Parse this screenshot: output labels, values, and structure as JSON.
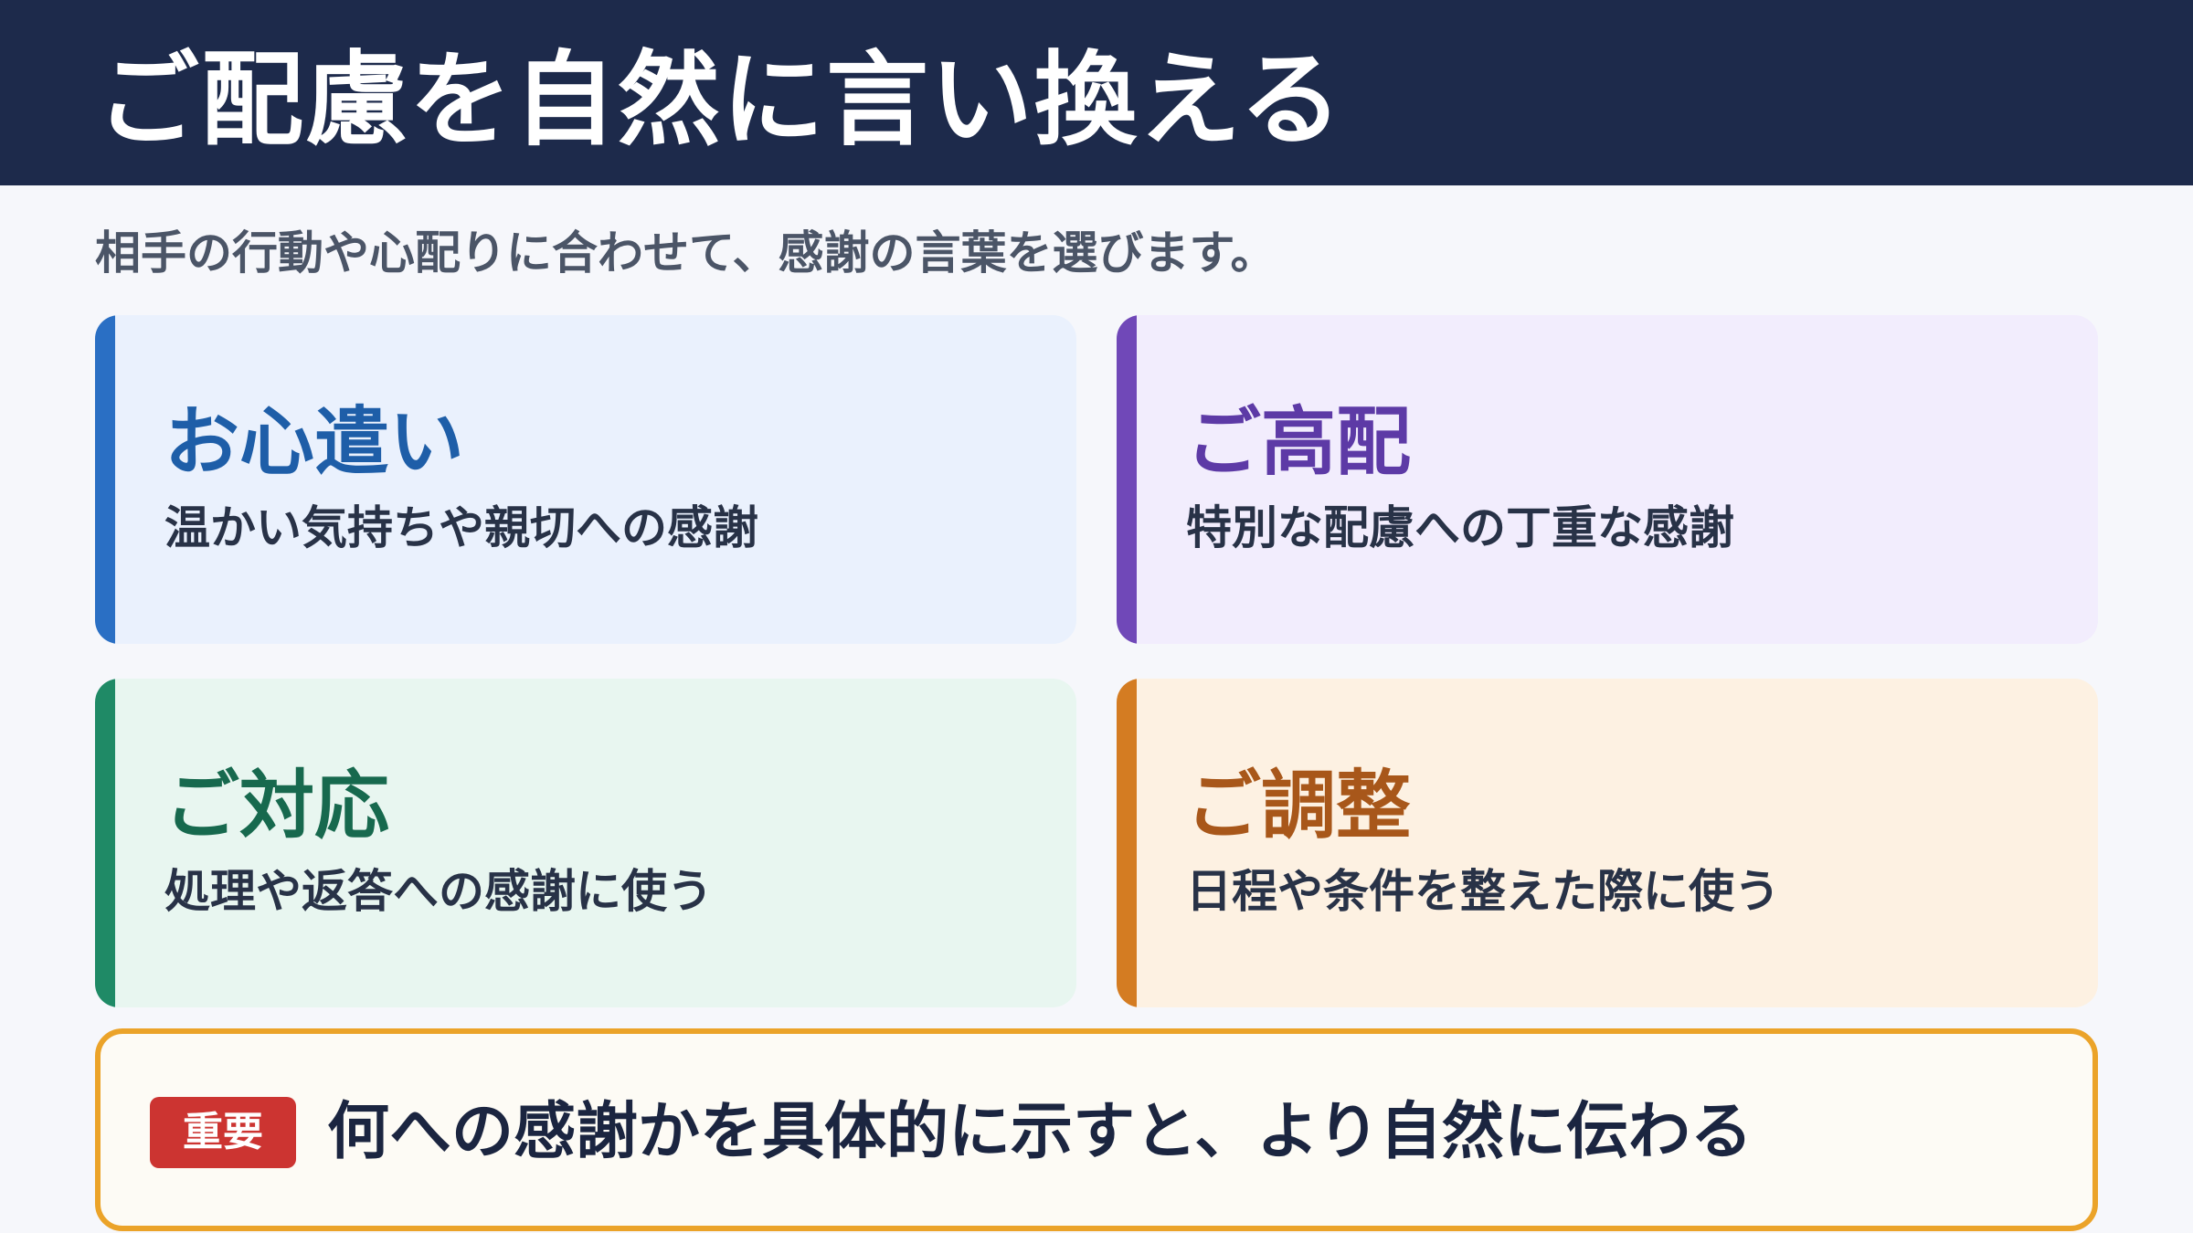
{
  "header": {
    "title": "ご配慮を自然に言い換える"
  },
  "subtitle": "相手の行動や心配りに合わせて、感謝の言葉を選びます。",
  "cards": [
    {
      "title": "お心遣い",
      "description": "温かい気持ちや親切への感謝",
      "accent_color": "#2a6fc4",
      "background_color": "#eaf1fd"
    },
    {
      "title": "ご高配",
      "description": "特別な配慮への丁重な感謝",
      "accent_color": "#7048b8",
      "background_color": "#f2edfd"
    },
    {
      "title": "ご対応",
      "description": "処理や返答への感謝に使う",
      "accent_color": "#1f8a66",
      "background_color": "#e8f6f0"
    },
    {
      "title": "ご調整",
      "description": "日程や条件を整えた際に使う",
      "accent_color": "#d47c22",
      "background_color": "#fdf1e2"
    }
  ],
  "note": {
    "badge": "重要",
    "text": "何への感謝かを具体的に示すと、より自然に伝わる",
    "border_color": "#eba329",
    "badge_color": "#cc3431"
  }
}
